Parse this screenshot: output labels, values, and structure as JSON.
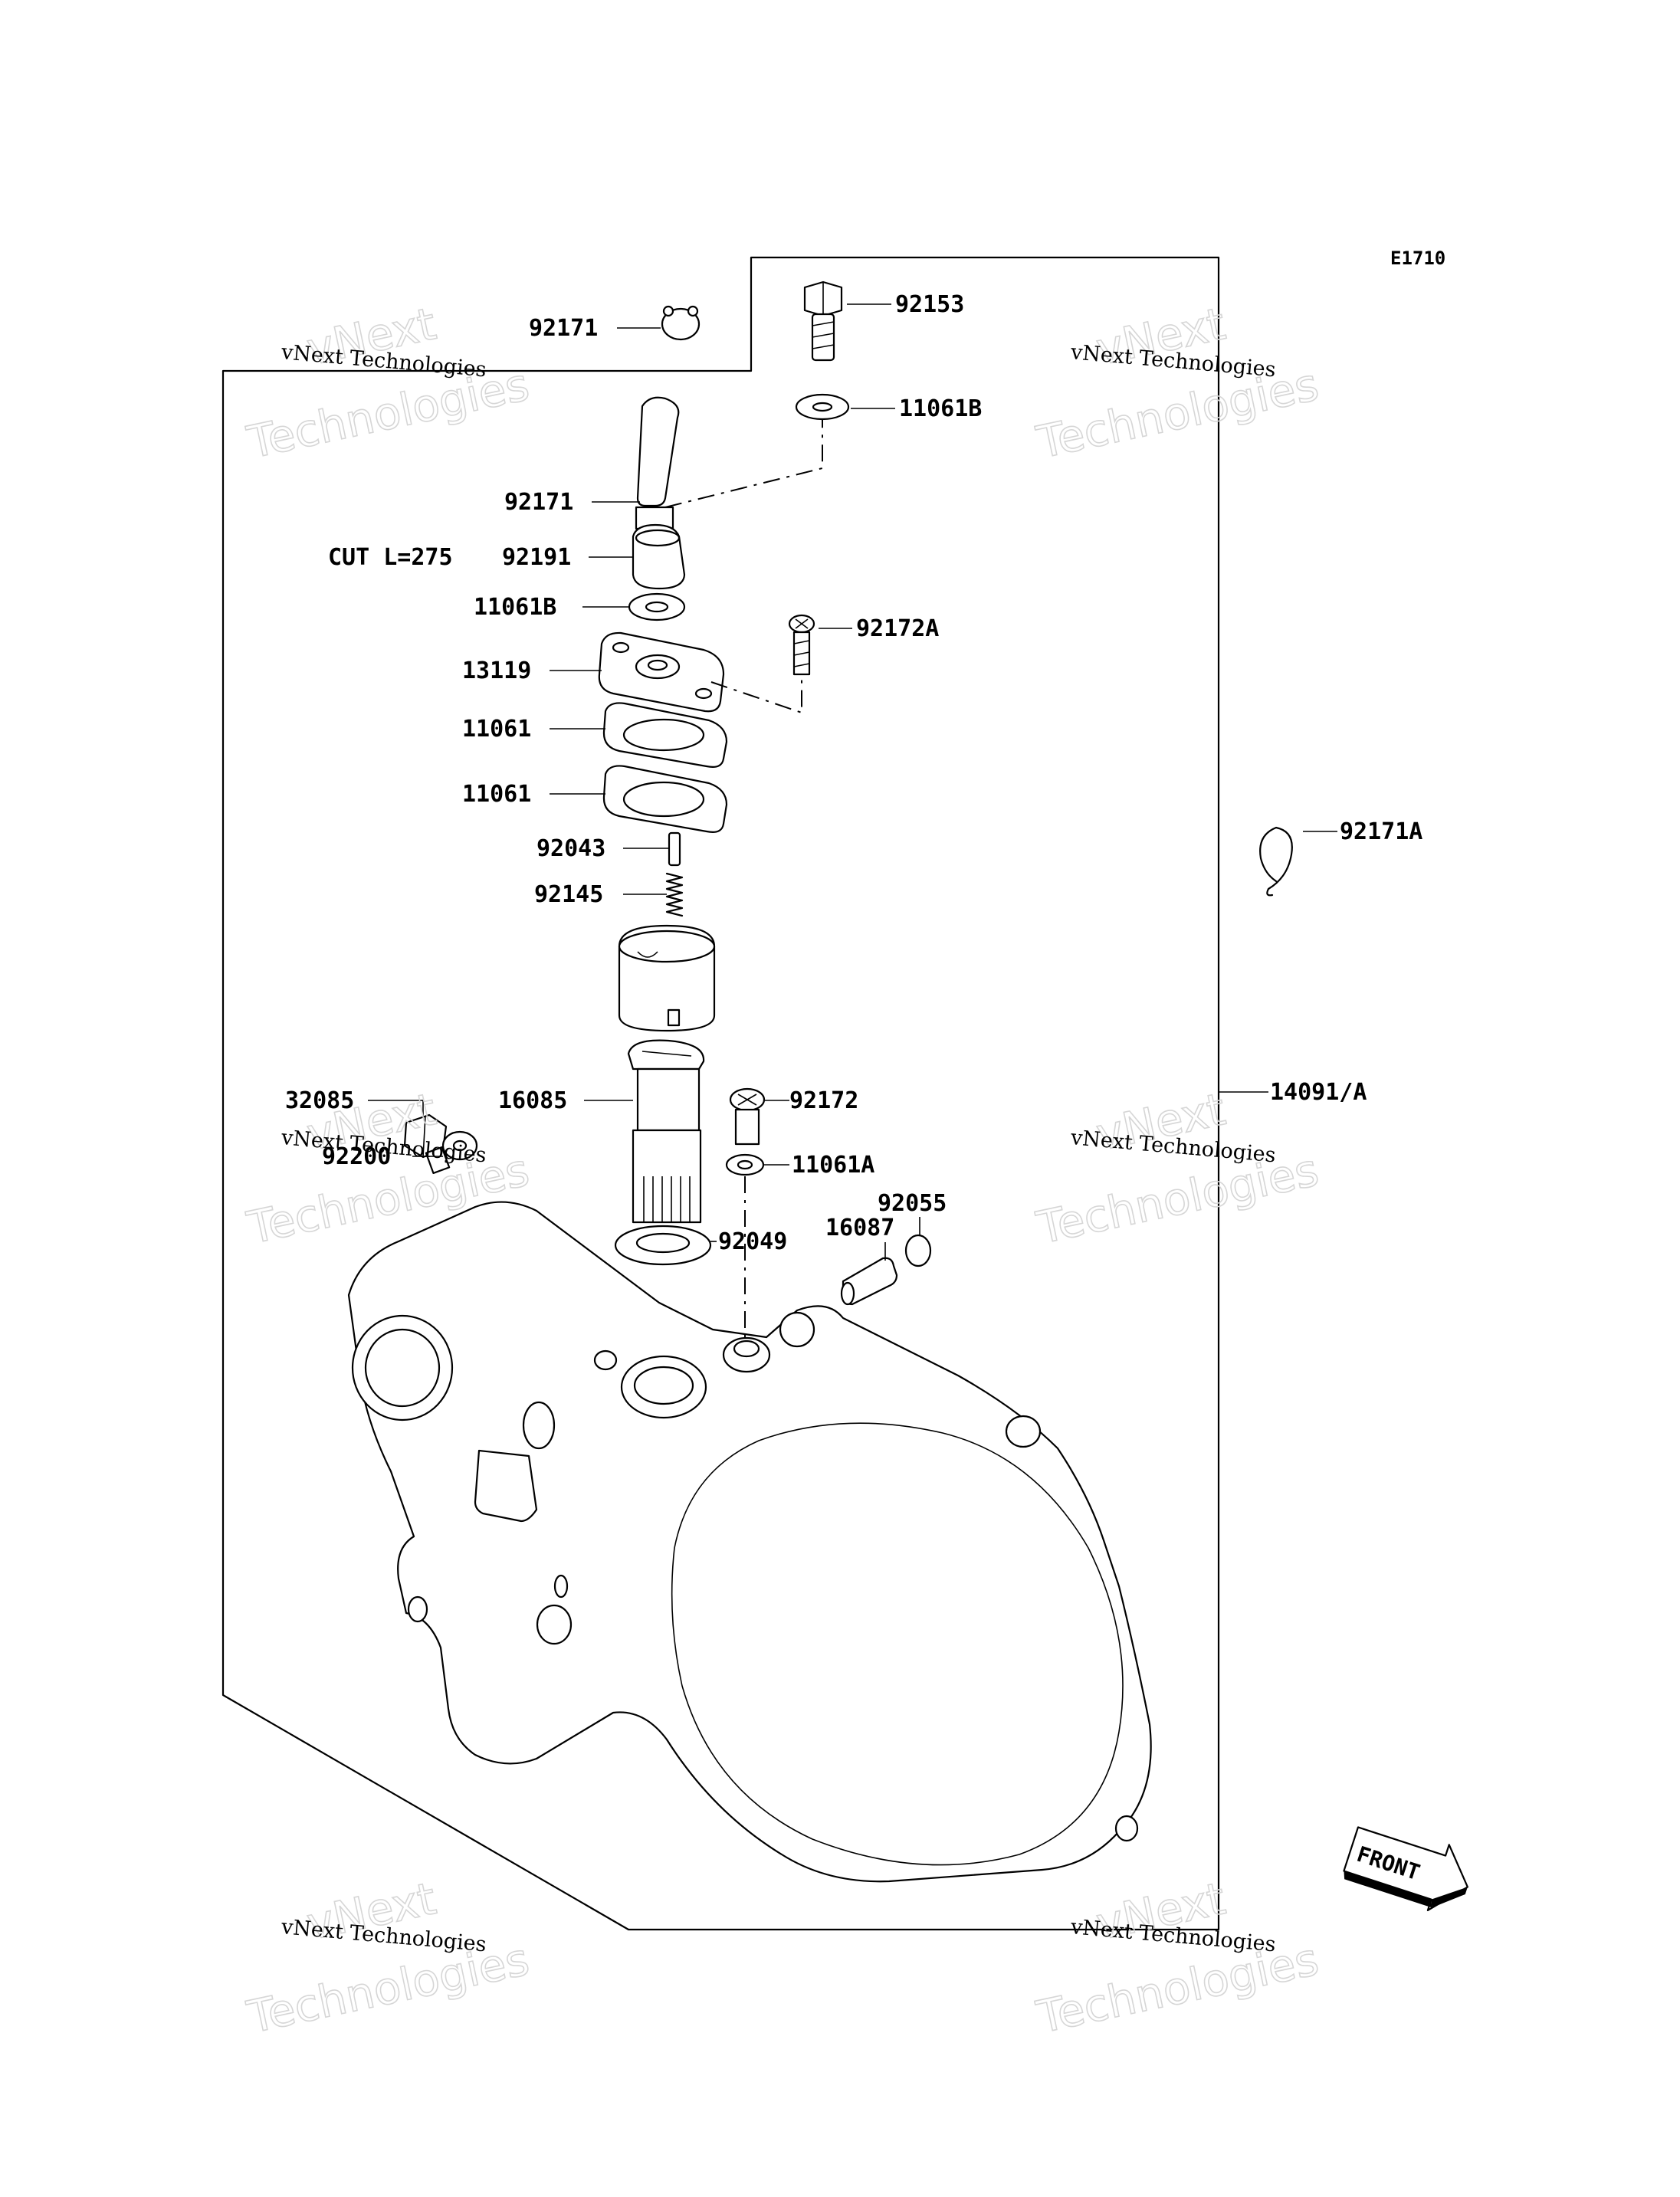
{
  "diagram_code": "E1710",
  "labels": {
    "p92153": "92153",
    "p92171_top": "92171",
    "p11061B_right": "11061B",
    "p92171_hose": "92171",
    "cut_note": "CUT L=275",
    "p92191": "92191",
    "p11061B_left": "11061B",
    "p92172A": "92172A",
    "p13119": "13119",
    "p11061_a": "11061",
    "p11061_b": "11061",
    "p92043": "92043",
    "p92145": "92145",
    "p92171A": "92171A",
    "p32085": "32085",
    "p16085": "16085",
    "p92172": "92172",
    "p14091A": "14091/A",
    "p92200": "92200",
    "p11061A": "11061A",
    "p92055": "92055",
    "p16087": "16087",
    "p92049": "92049"
  },
  "front_arrow": "FRONT",
  "watermark": {
    "line1": "vNext",
    "line2": "Technologies",
    "caption": "vNext Technologies"
  }
}
